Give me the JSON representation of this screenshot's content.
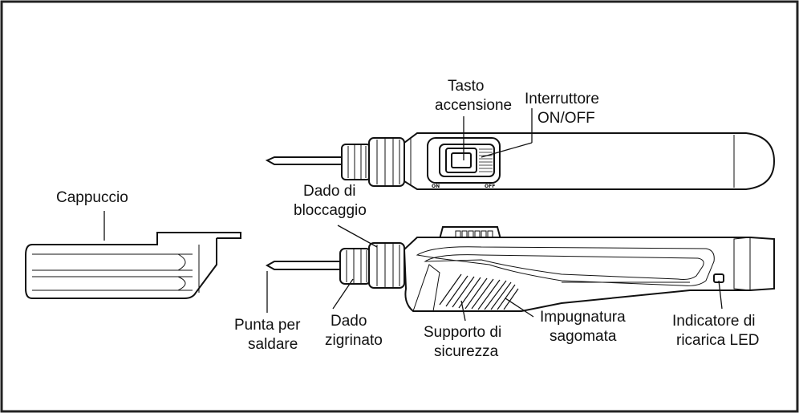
{
  "labels": {
    "cap": "Cappuccio",
    "power_button_1": "Tasto",
    "power_button_2": "accensione",
    "switch_1": "Interruttore",
    "switch_2": "ON/OFF",
    "lock_nut_1": "Dado di",
    "lock_nut_2": "bloccaggio",
    "tip_1": "Punta per",
    "tip_2": "saldare",
    "knurled_nut_1": "Dado",
    "knurled_nut_2": "zigrinato",
    "stand_1": "Supporto di",
    "stand_2": "sicurezza",
    "grip_1": "Impugnatura",
    "grip_2": "sagomata",
    "led_1": "Indicatore di",
    "led_2": "ricarica LED"
  },
  "switch_marks": {
    "on": "ON",
    "off": "OFF"
  }
}
